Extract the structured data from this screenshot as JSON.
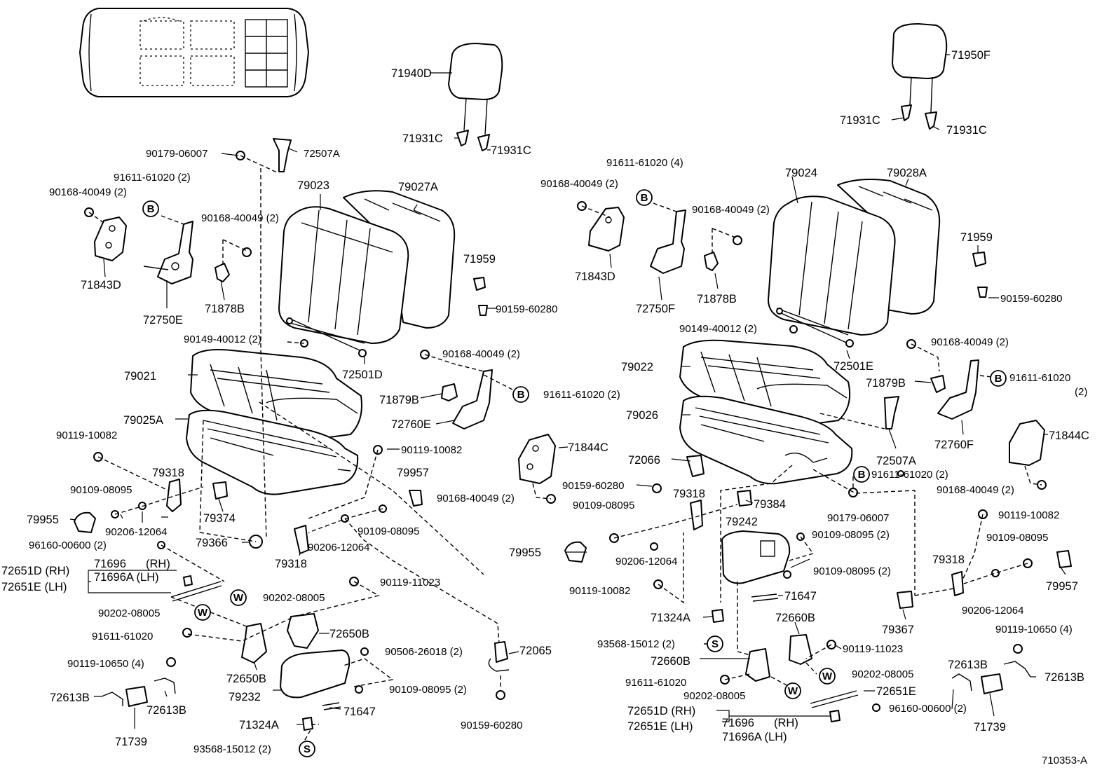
{
  "labels": {
    "p71940D": "71940D",
    "p71950F": "71950F",
    "p71931C_l1": "71931C",
    "p71931C_l2": "71931C",
    "p71931C_r1": "71931C",
    "p71931C_r2": "71931C",
    "p90179_06007_l": "90179-06007",
    "p72507A_l": "72507A",
    "p91611_61020_2_l": "91611-61020 (2)",
    "p90168_40049_2_la": "90168-40049 (2)",
    "p90168_40049_2_lb": "90168-40049 (2)",
    "p79023": "79023",
    "p79027A": "79027A",
    "p71843D_l": "71843D",
    "p72750E": "72750E",
    "p71878B_l": "71878B",
    "p71959_l": "71959",
    "p90159_60280_l": "90159-60280",
    "p90149_40012_2_l": "90149-40012 (2)",
    "p72501D": "72501D",
    "p79021": "79021",
    "p79025A": "79025A",
    "p90168_40049_2_lc": "90168-40049 (2)",
    "p71879B_l": "71879B",
    "p91611_61020_2_lc": "91611-61020 (2)",
    "p72760E": "72760E",
    "p90119_10082_la": "90119-10082",
    "p90119_10082_lb": "90119-10082",
    "p79318_la": "79318",
    "p79957_l": "79957",
    "p90109_08095_la": "90109-08095",
    "p79374": "79374",
    "p79955_l": "79955",
    "p90206_12064_la": "90206-12064",
    "p79366": "79366",
    "p90109_08095_lb": "90109-08095",
    "p79318_lb": "79318",
    "p90206_12064_lb": "90206-12064",
    "p96160_00600_2_l": "96160-00600 (2)",
    "p72651D_RH_l": "72651D (RH)",
    "p72651E_LH_l": "72651E (LH)",
    "p71696_l": "71696",
    "p71696_RH_l": "(RH)",
    "p71696A_LH_l": "71696A (LH)",
    "p90119_11023_l": "90119-11023",
    "p90202_08005_la": "90202-08005",
    "p90202_08005_lb": "90202-08005",
    "p72650B_a": "72650B",
    "p91611_61020_l": "91611-61020",
    "p90506_26018_2": "90506-26018 (2)",
    "p72065": "72065",
    "p90119_10650_4_l": "90119-10650 (4)",
    "p72650B_b": "72650B",
    "p79232": "79232",
    "p90109_08095_2_l": "90109-08095 (2)",
    "p72613B_la": "72613B",
    "p72613B_lb": "72613B",
    "p71647_l": "71647",
    "p71324A_l": "71324A",
    "p71739_l": "71739",
    "p93568_15012_2_l": "93568-15012 (2)",
    "p90159_60280_lb": "90159-60280",
    "p91611_61020_4": "91611-61020 (4)",
    "p90168_40049_2_ra": "90168-40049 (2)",
    "p90168_40049_2_rb": "90168-40049 (2)",
    "p79024": "79024",
    "p79028A": "79028A",
    "p71959_r": "71959",
    "p71843D_r": "71843D",
    "p72750F": "72750F",
    "p71878B_r": "71878B",
    "p90159_60280_r": "90159-60280",
    "p90149_40012_2_r": "90149-40012 (2)",
    "p90168_40049_2_rc": "90168-40049 (2)",
    "p72501E": "72501E",
    "p79022": "79022",
    "p71879B_r": "71879B",
    "p91611_61020_r": "91611-61020",
    "p91611_61020_r_qty": "(2)",
    "p79026": "79026",
    "p72760F": "72760F",
    "p71844C_l": "71844C",
    "p72066": "72066",
    "p72507A_r": "72507A",
    "p71844C_r": "71844C",
    "p90159_60280_rb": "90159-60280",
    "p91611_61020_2_rb": "91611-61020 (2)",
    "p90168_40049_2_l2": "90168-40049 (2)",
    "p90168_40049_2_rd": "90168-40049 (2)",
    "p90109_08095_ra": "90109-08095",
    "p79318_ra": "79318",
    "p79384": "79384",
    "p90179_06007_r": "90179-06007",
    "p90119_10082_rb": "90119-10082",
    "p79242": "79242",
    "p90109_08095_rb": "90109-08095",
    "p79955_r": "79955",
    "p90206_12064_ra": "90206-12064",
    "p90109_08095_2_ra": "90109-08095 (2)",
    "p90109_08095_2_rb": "90109-08095 (2)",
    "p79318_rb": "79318",
    "p79957_r": "79957",
    "p90119_10082_ra": "90119-10082",
    "p90206_12064_rb": "90206-12064",
    "p71647_r": "71647",
    "p79367": "79367",
    "p71324A_r": "71324A",
    "p72660B_a": "72660B",
    "p90119_10650_4_r": "90119-10650 (4)",
    "p93568_15012_2_r": "93568-15012 (2)",
    "p90119_11023_r": "90119-11023",
    "p72660B_b": "72660B",
    "p72613B_ra": "72613B",
    "p72613B_rb": "72613B",
    "p90202_08005_ra": "90202-08005",
    "p91611_61020_rc": "91611-61020",
    "p72651E_r": "72651E",
    "p90202_08005_rb": "90202-08005",
    "p96160_00600_2_r": "96160-00600 (2)",
    "p71739_r": "71739",
    "p72651D_RH_r": "72651D (RH)",
    "p72651E_LH_r": "72651E (LH)",
    "p71696_r": "71696",
    "p71696_RH_r": "(RH)",
    "p71696A_LH_r": "71696A (LH)",
    "diagram_code": "710353-A"
  },
  "bubbles": {
    "B": "B",
    "W": "W",
    "S": "S"
  }
}
